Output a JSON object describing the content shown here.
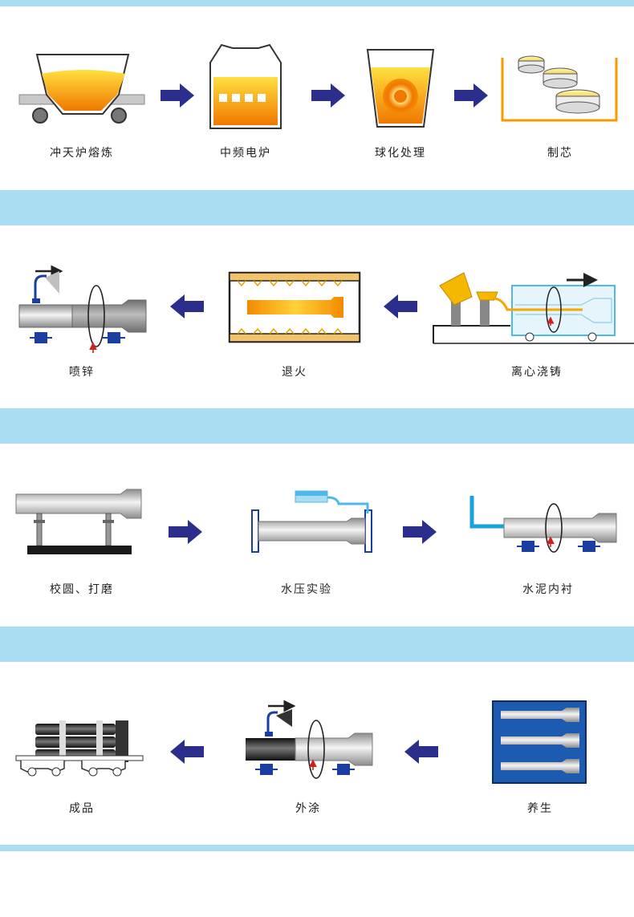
{
  "colors": {
    "band": "#A9DDF2",
    "arrow": "#2B2E8A",
    "molten_light": "#FFE040",
    "molten_dark": "#F07800",
    "steel_light": "#F4F4F4",
    "steel_dark": "#9A9A9A",
    "support_blue": "#1A3FA0",
    "water": "#4EB8E8"
  },
  "rows": [
    {
      "direction": "right",
      "steps": [
        {
          "icon": "cupola-furnace-icon",
          "label": "冲天炉熔炼"
        },
        {
          "icon": "induction-furnace-icon",
          "label": "中频电炉"
        },
        {
          "icon": "spheroidizing-ladle-icon",
          "label": "球化处理"
        },
        {
          "icon": "core-making-icon",
          "label": "制芯"
        }
      ]
    },
    {
      "direction": "left",
      "steps": [
        {
          "icon": "zinc-spray-icon",
          "label": "喷锌"
        },
        {
          "icon": "annealing-furnace-icon",
          "label": "退火"
        },
        {
          "icon": "centrifugal-casting-icon",
          "label": "离心浇铸"
        }
      ]
    },
    {
      "direction": "right",
      "steps": [
        {
          "icon": "rounding-grinding-icon",
          "label": "校圆、打磨"
        },
        {
          "icon": "hydrostatic-test-icon",
          "label": "水压实验"
        },
        {
          "icon": "cement-lining-icon",
          "label": "水泥内衬"
        }
      ]
    },
    {
      "direction": "left",
      "steps": [
        {
          "icon": "finished-product-icon",
          "label": "成品"
        },
        {
          "icon": "external-coating-icon",
          "label": "外涂"
        },
        {
          "icon": "curing-icon",
          "label": "养生"
        }
      ]
    }
  ]
}
